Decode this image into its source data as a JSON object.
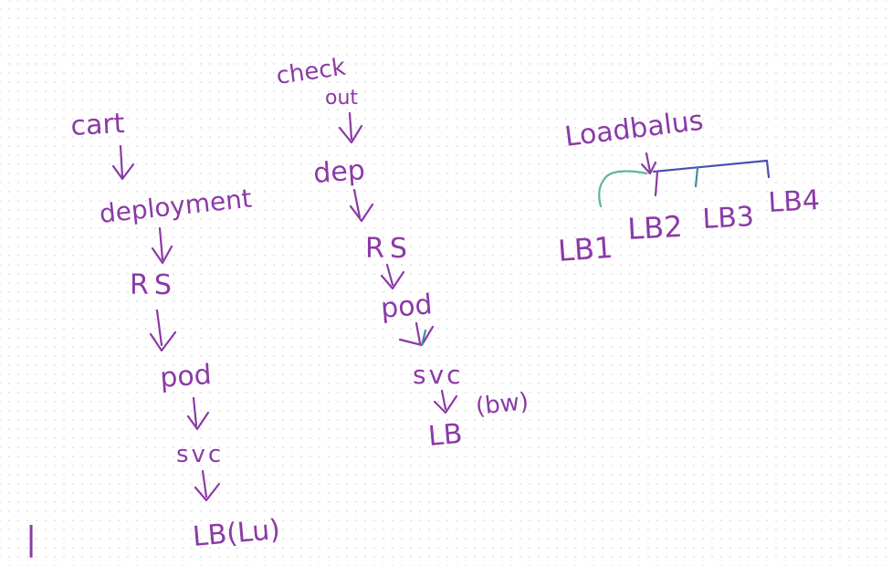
{
  "flows": [
    {
      "id": "cart",
      "title": "cart",
      "steps": [
        "deployment",
        "RS",
        "pod",
        "svc",
        "LB(Lu)"
      ]
    },
    {
      "id": "checkout",
      "title_line1": "check",
      "title_line2": "out",
      "steps": [
        "dep",
        "RS",
        "pod",
        "svc",
        "LB",
        "(bw)"
      ]
    }
  ],
  "loadbalancer": {
    "title": "Loadbalus",
    "children": [
      "LB1",
      "LB2",
      "LB3",
      "LB4"
    ]
  },
  "margin_mark": "|",
  "colors": {
    "ink": "#8b3aa6",
    "teal": "#3e8f9e",
    "green": "#5fb59a",
    "blue": "#4a4fb0",
    "grid_dot": "#d5d5d5"
  }
}
